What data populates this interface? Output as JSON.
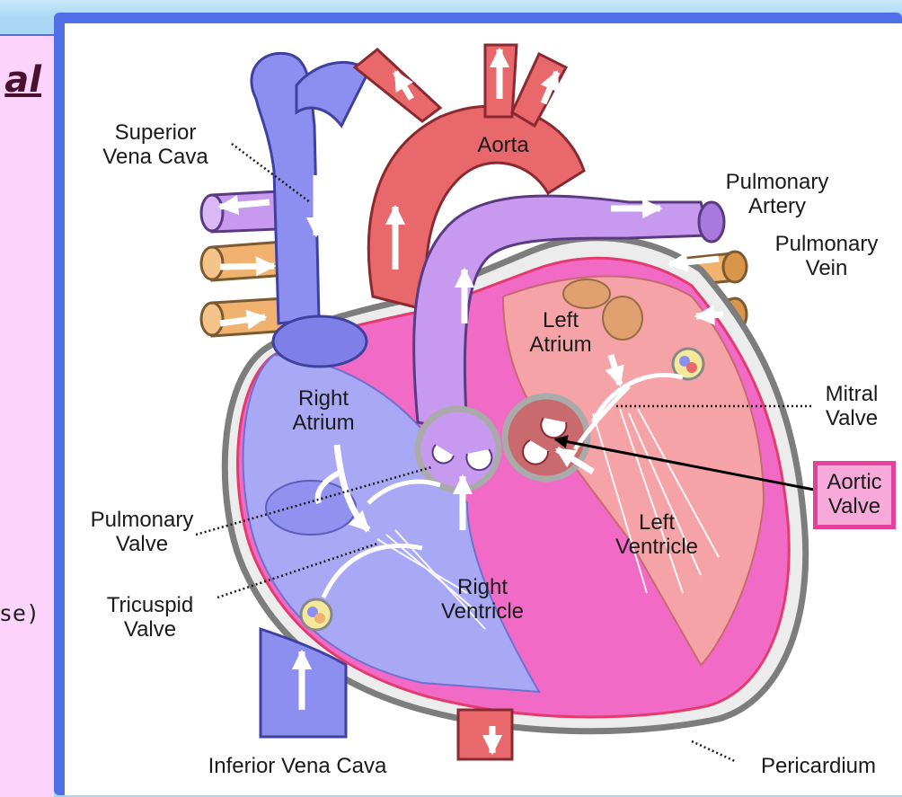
{
  "left_panel": {
    "title_fragment": "al",
    "note_fragment": "se)"
  },
  "labels": {
    "superior_vena_cava": "Superior\nVena Cava",
    "aorta": "Aorta",
    "pulmonary_artery": "Pulmonary\nArtery",
    "pulmonary_vein": "Pulmonary\nVein",
    "left_atrium": "Left\nAtrium",
    "right_atrium": "Right\nAtrium",
    "mitral_valve": "Mitral\nValve",
    "aortic_valve": "Aortic\nValve",
    "pulmonary_valve": "Pulmonary\nValve",
    "tricuspid_valve": "Tricuspid\nValve",
    "left_ventricle": "Left\nVentricle",
    "right_ventricle": "Right\nVentricle",
    "inferior_vena_cava": "Inferior Vena Cava",
    "pericardium": "Pericardium"
  },
  "colors": {
    "frame": "#4f70e6",
    "vein_blue": "#8d8ff0",
    "aorta_red": "#e8686b",
    "pulmonary_purple": "#c79af0",
    "pulmonary_vein_tan": "#f0b26e",
    "pericardium_gray": "#8c8c8c",
    "left_heart_pink": "#f6a3a7",
    "myocardium_pink": "#f06ac6",
    "right_heart_blue": "#a9a8f5",
    "aortic_highlight": "#f7a9d9"
  }
}
